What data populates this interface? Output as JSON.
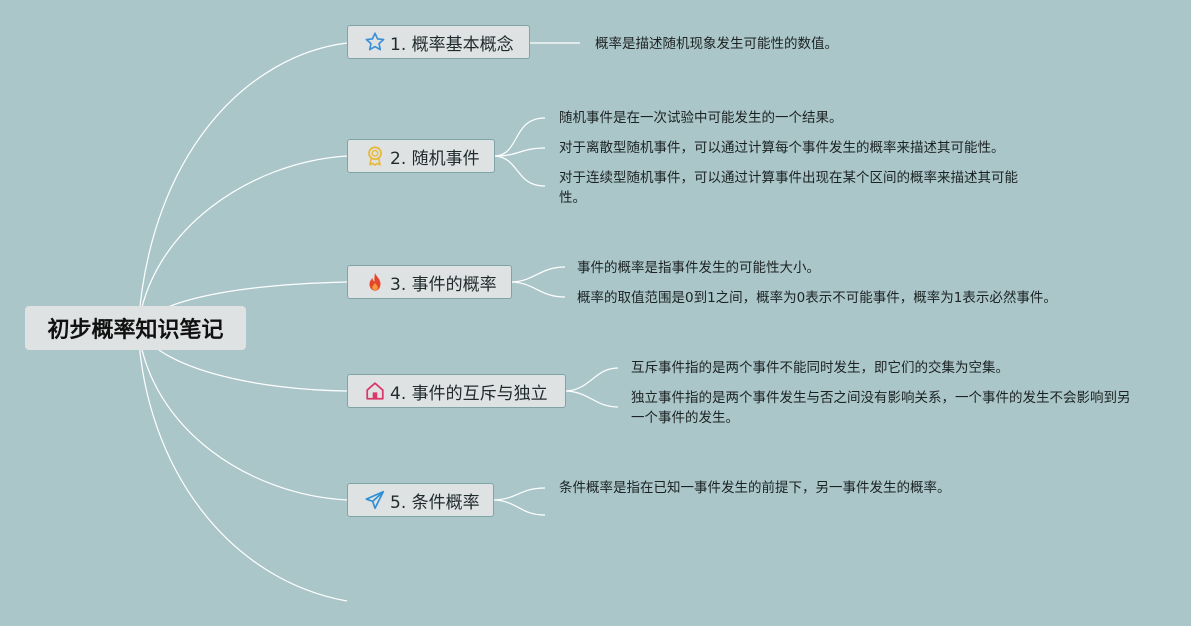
{
  "root": {
    "title": "初步概率知识笔记"
  },
  "topics": [
    {
      "label": "1. 概率基本概念",
      "icon": "star-icon",
      "icon_color": "#3a8fd8",
      "leaves": [
        "概率是描述随机现象发生可能性的数值。"
      ]
    },
    {
      "label": "2. 随机事件",
      "icon": "award-medal-icon",
      "icon_color": "#e8b93a",
      "leaves": [
        "随机事件是在一次试验中可能发生的一个结果。",
        "对于离散型随机事件，可以通过计算每个事件发生的概率来描述其可能性。",
        "对于连续型随机事件，可以通过计算事件出现在某个区间的概率来描述其可能性。"
      ]
    },
    {
      "label": "3. 事件的概率",
      "icon": "fire-icon",
      "icon_color": "#e5462b",
      "leaves": [
        "事件的概率是指事件发生的可能性大小。",
        "概率的取值范围是0到1之间，概率为0表示不可能事件，概率为1表示必然事件。"
      ]
    },
    {
      "label": "4. 事件的互斥与独立",
      "icon": "home-icon",
      "icon_color": "#d8386a",
      "leaves": [
        "互斥事件指的是两个事件不能同时发生，即它们的交集为空集。",
        "独立事件指的是两个事件发生与否之间没有影响关系，一个事件的发生不会影响到另一个事件的发生。"
      ]
    },
    {
      "label": "5. 条件概率",
      "icon": "paper-plane-icon",
      "icon_color": "#2e8fd4",
      "leaves": [
        "条件概率是指在已知一事件发生的前提下，另一事件发生的概率。"
      ]
    }
  ]
}
